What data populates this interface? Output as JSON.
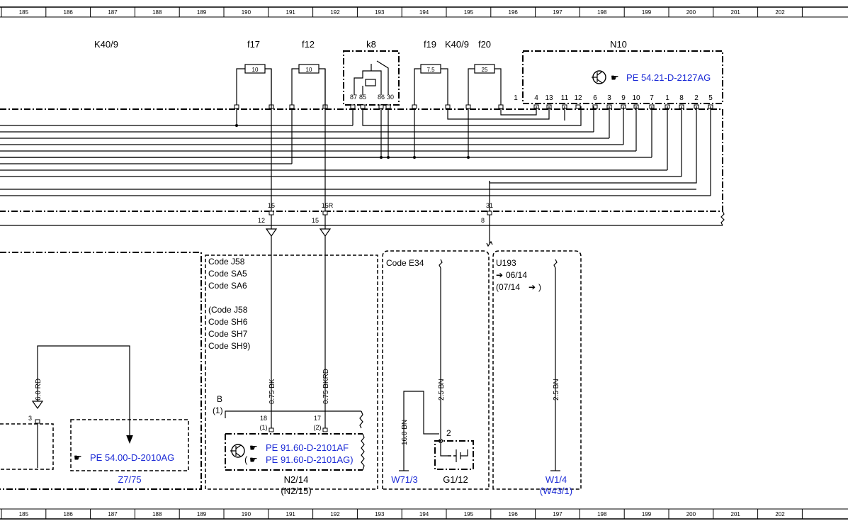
{
  "ruler": {
    "cells": [
      "185",
      "186",
      "187",
      "188",
      "189",
      "190",
      "191",
      "192",
      "193",
      "194",
      "195",
      "196",
      "197",
      "198",
      "199",
      "200",
      "201",
      "202"
    ]
  },
  "labels": {
    "k40_9_left": "K40/9",
    "f17": "f17",
    "f12": "f12",
    "k8": "k8",
    "f19": "f19",
    "k40_9_right": "K40/9",
    "f20": "f20",
    "n10": "N10"
  },
  "fuses": {
    "f17": "10",
    "f12": "10",
    "f19": "7.5",
    "f20": "25"
  },
  "k8_pins": [
    "87",
    "85",
    "86",
    "30"
  ],
  "n10": {
    "ref": "PE 54.21-D-2127AG",
    "pin_1": "1",
    "pins": [
      "4",
      "13",
      "11",
      "12",
      "6",
      "3",
      "9",
      "10",
      "7",
      "1",
      "8",
      "2",
      "5"
    ]
  },
  "bus": {
    "p15": "15",
    "p15r": "15R",
    "p31": "31",
    "p12": "12",
    "p15b": "15",
    "p8": "8"
  },
  "panel_codes": {
    "lines": [
      "Code J58",
      "Code SA5",
      "Code SA6",
      "(Code J58",
      "Code SH6",
      "Code SH7",
      "Code SH9)"
    ]
  },
  "wires": {
    "rd": "6.0 RD",
    "bk": "0.75 BK",
    "bkrd": "0.75 BKRD",
    "bn_g1": "2.5 BN",
    "bn_w71": "16.0 BN",
    "bn_w1": "2.5 BN"
  },
  "left": {
    "pin_3": "3",
    "ref": "PE 54.00-D-2010AG",
    "z7": "Z7/75"
  },
  "n2": {
    "b": "B",
    "b1": "(1)",
    "pin_18": "18",
    "pin_18_sub": "(1)",
    "pin_17": "17",
    "pin_17_sub": "(2)",
    "ref1": "PE 91.60-D-2101AF",
    "ref2": "PE 91.60-D-2101AG)",
    "ref2_open": "(",
    "name": "N2/14",
    "alt": "(N2/15)"
  },
  "e34": {
    "code": "Code E34",
    "pin_2": "2",
    "w71": "W71/3",
    "g1": "G1/12"
  },
  "u193": {
    "code": "U193",
    "date1": "06/14",
    "date2_open": "(07/14",
    "date2_close": ")",
    "w1": "W1/4",
    "w43": "(W43/1)"
  }
}
